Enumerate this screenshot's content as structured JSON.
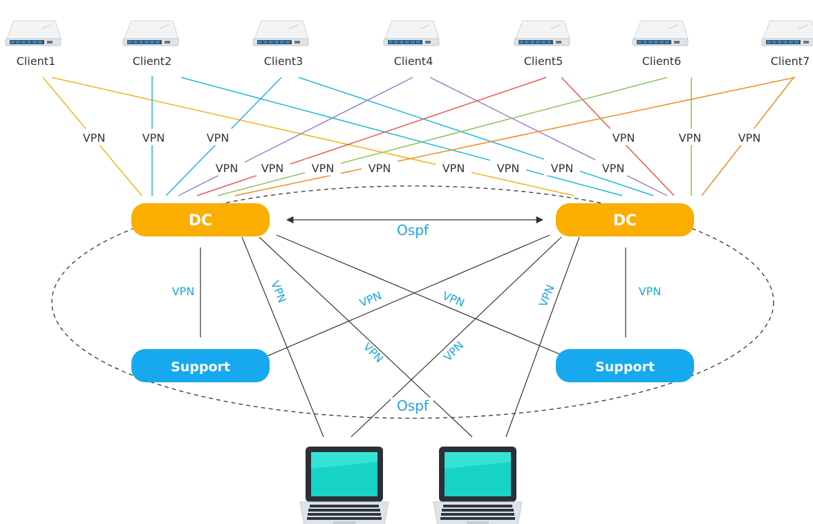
{
  "colors": {
    "dc": "#fbae00",
    "support": "#17a9ef",
    "blue_text": "#1aa6e0",
    "client_lines": [
      "#f0b418",
      "#1cb8dc",
      "#1cb8dc",
      "#9b7fcb",
      "#e8554f",
      "#8cc256",
      "#f08a1c"
    ]
  },
  "clients": [
    "Client1",
    "Client2",
    "Client3",
    "Client4",
    "Client5",
    "Client6",
    "Client7"
  ],
  "client_icon": "router-icon",
  "laptop_icon": "laptop-icon",
  "top_vpn_label": "VPN",
  "dc_label": "DC",
  "support_label": "Support",
  "vpn_label": "VPN",
  "ospf_label": "Ospf"
}
